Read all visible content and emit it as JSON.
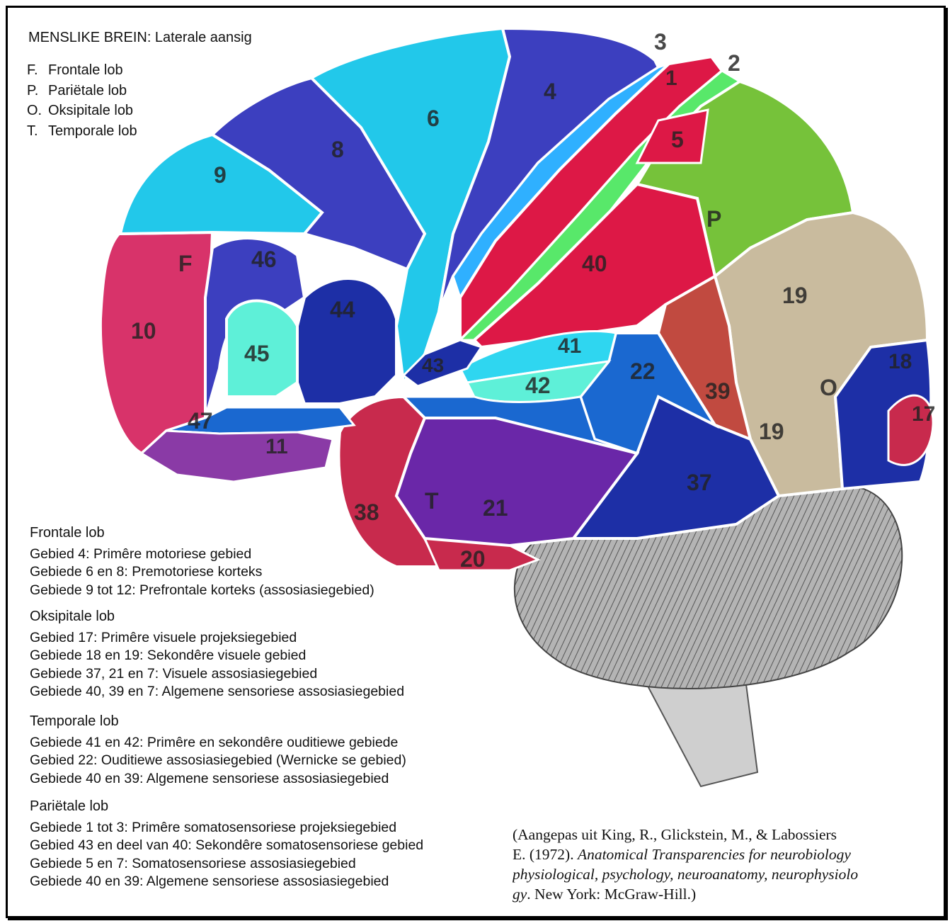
{
  "title": "MENSLIKE BREIN: Laterale aansig",
  "lobe_key": [
    {
      "abbr": "F.",
      "name": "Frontale lob"
    },
    {
      "abbr": "P.",
      "name": "Pariëtale lob"
    },
    {
      "abbr": "O.",
      "name": "Oksipitale lob"
    },
    {
      "abbr": "T.",
      "name": "Temporale lob"
    }
  ],
  "brain_labels": {
    "a1": "1",
    "a2": "2",
    "a3": "3",
    "a4": "4",
    "a5": "5",
    "a6": "6",
    "a8": "8",
    "a9": "9",
    "a10": "10",
    "a11": "11",
    "a17": "17",
    "a18": "18",
    "a19_upper": "19",
    "a19_lower": "19",
    "a20": "20",
    "a21": "21",
    "a22": "22",
    "a37": "37",
    "a38": "38",
    "a39": "39",
    "a40": "40",
    "a41": "41",
    "a42": "42",
    "a43": "43",
    "a44": "44",
    "a45": "45",
    "a46": "46",
    "a47": "47",
    "F": "F",
    "P": "P",
    "O": "O",
    "T": "T"
  },
  "colors": {
    "frontal_pink": "#d8336a",
    "cyan": "#22c8ea",
    "blue_violet": "#3c3fbf",
    "navy": "#1d2fa6",
    "red": "#dd1846",
    "green": "#76c23a",
    "light_green": "#58e86a",
    "tan": "#c9bb9e",
    "brick": "#c14a40",
    "purple": "#6a27a8",
    "crimson": "#c82a4d",
    "mid_blue": "#1a68d0",
    "aqua": "#5ef0d8",
    "cerebellum": "#a6a6a6"
  },
  "legend": [
    {
      "heading": "Frontale lob",
      "items": [
        "Gebied 4: Primêre motoriese gebied",
        "Gebiede 6 en 8: Premotoriese korteks",
        "Gebiede 9 tot 12: Prefrontale korteks (assosiasiegebied)"
      ]
    },
    {
      "heading": "Oksipitale lob",
      "items": [
        "Gebied 17: Primêre visuele projeksiegebied",
        "Gebiede 18 en 19: Sekondêre visuele gebied",
        "Gebiede 37, 21 en 7: Visuele assosiasiegebied",
        "Gebiede 40, 39 en 7: Algemene sensoriese assosiasiegebied"
      ]
    },
    {
      "heading": "Temporale lob",
      "items": [
        "Gebiede 41 en 42: Primêre en sekondêre ouditiewe gebiede",
        "Gebied 22: Ouditiewe assosiasiegebied (Wernicke se gebied)",
        "Gebiede 40 en 39: Algemene sensoriese assosiasiegebied"
      ]
    },
    {
      "heading": "Pariëtale lob",
      "items": [
        "Gebiede 1 tot 3: Primêre somatosensoriese projeksiegebied",
        "Gebied 43 en deel van 40: Sekondêre somatosensoriese gebied",
        "Gebiede 5 en 7: Somatosensoriese assosiasiegebied",
        "Gebiede 40 en 39: Algemene sensoriese assosiasiegebied"
      ]
    }
  ],
  "citation": {
    "line1": "(Aangepas uit King, R., Glickstein, M., & Labossiers",
    "line2_plain": "E. (1972). ",
    "line2_italic": "Anatomical Transparencies for neurobiology",
    "line3_italic": "physiological, psychology, neuroanatomy, neurophysiolo",
    "line4_italic": "gy",
    "line4_plain": ". New York: McGraw-Hill.)"
  }
}
